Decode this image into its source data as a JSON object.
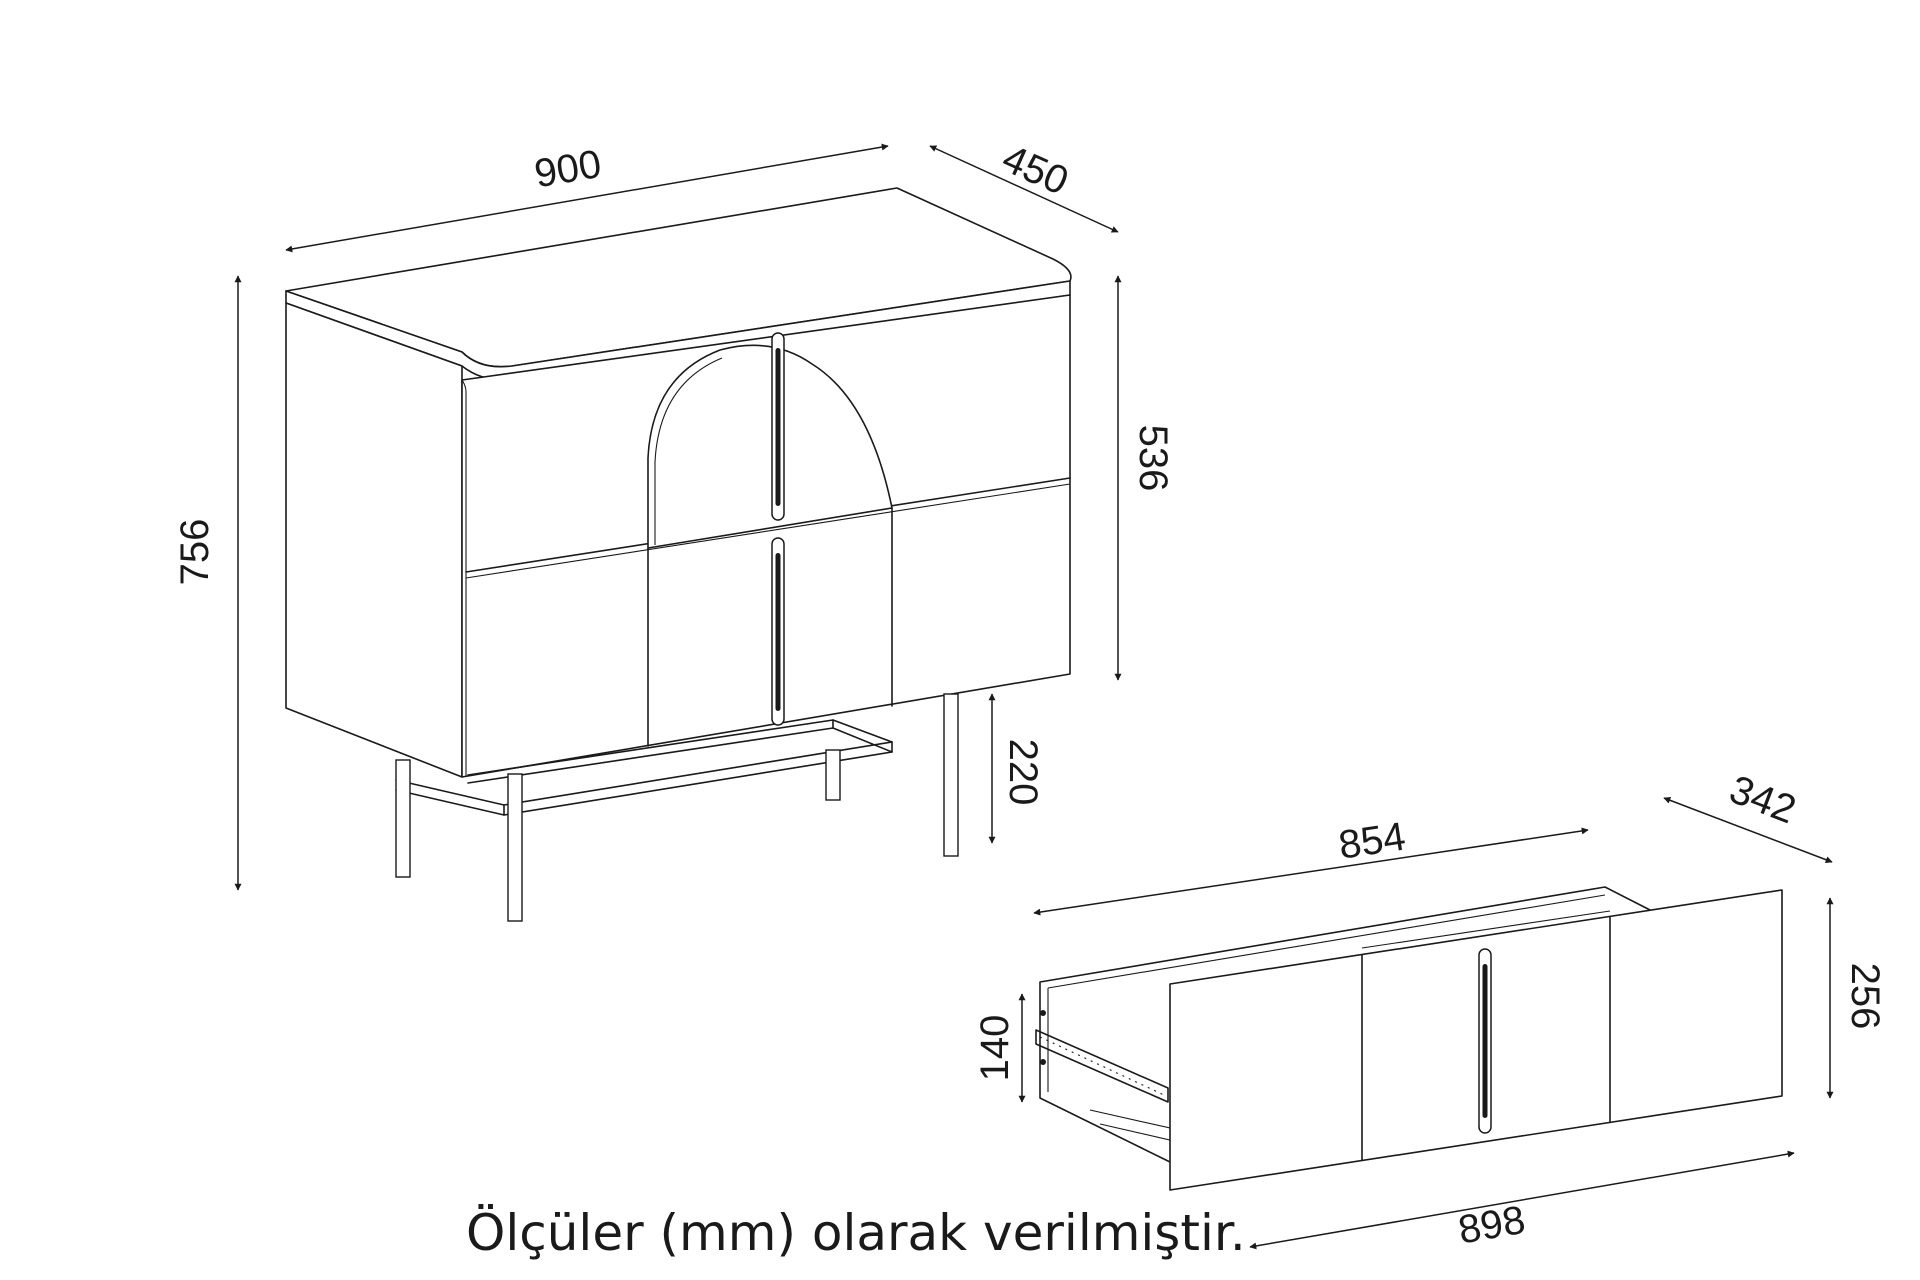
{
  "dimensions": {
    "width": "900",
    "depth": "450",
    "height": "756",
    "body_height": "536",
    "leg_height": "220",
    "drawer_inner_width": "854",
    "drawer_depth": "342",
    "drawer_front_height": "256",
    "drawer_box_height": "140",
    "drawer_front_width": "898"
  },
  "caption": "Ölçüler (mm) olarak verilmiştir.",
  "colors": {
    "line": "#1a1a1a",
    "background": "#ffffff"
  },
  "icons": {
    "arrowhead": "arrowhead-icon",
    "handle": "bar-handle-icon"
  }
}
